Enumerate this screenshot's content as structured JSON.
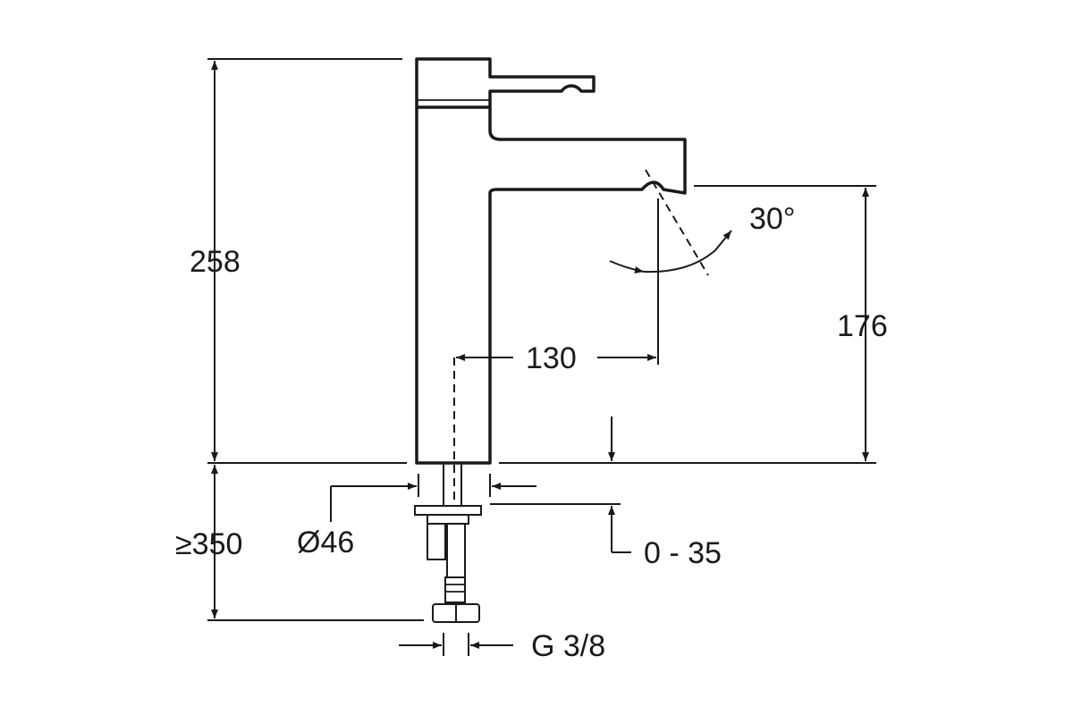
{
  "diagram": {
    "dimensions": {
      "height_total": "258",
      "spout_height": "176",
      "spout_reach": "130",
      "spout_angle": "30°",
      "below_deck": "≥350",
      "diameter": "Ø46",
      "deck_thickness": "0 - 35",
      "connection": "G 3/8"
    },
    "colors": {
      "line": "#1a1a1a",
      "background": "#ffffff"
    }
  }
}
